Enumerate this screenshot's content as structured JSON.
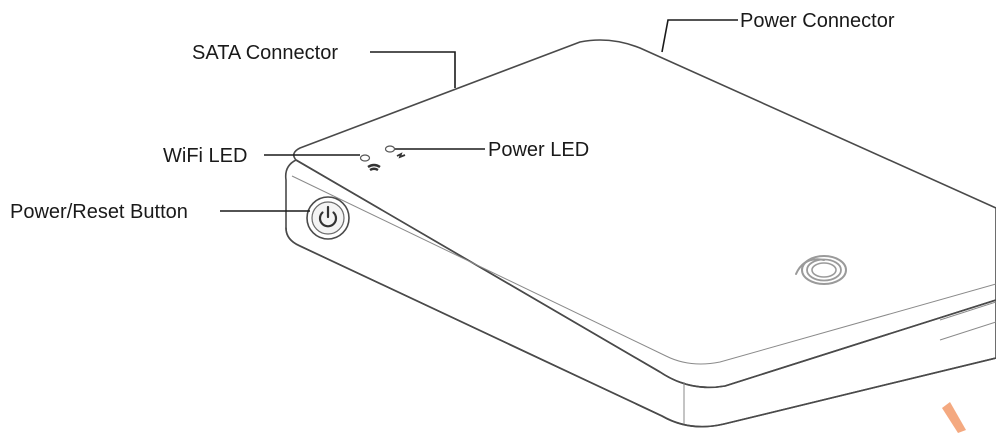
{
  "callouts": {
    "sata_connector": "SATA Connector",
    "power_connector": "Power Connector",
    "wifi_led": "WiFi LED",
    "power_led": "Power LED",
    "power_reset_button": "Power/Reset Button"
  },
  "colors": {
    "outline": "#4a4a4a",
    "label_text": "#1a1a1a",
    "accent_mark": "#f29a6a"
  },
  "icons": {
    "power_button": "power-icon",
    "wifi_led": "wifi-icon",
    "power_led": "lightning-icon",
    "brand_logo": "seagate-swirl-logo"
  }
}
